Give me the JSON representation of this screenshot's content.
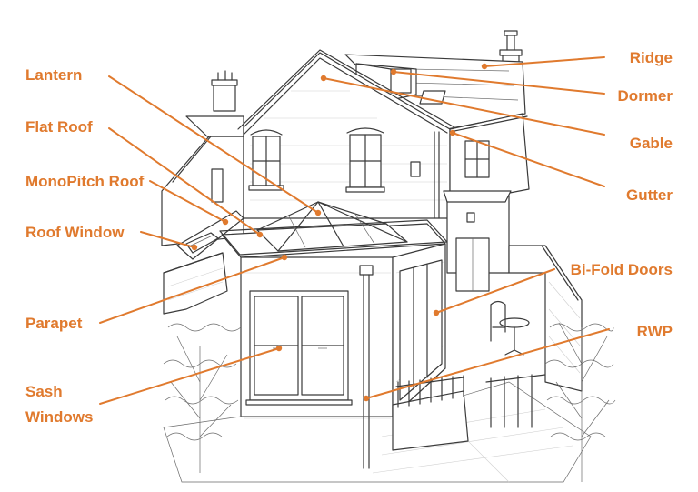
{
  "theme": {
    "accent": "#e07a2e",
    "ink": "#3a3a3a"
  },
  "labels": [
    {
      "id": "ridge",
      "text": "Ridge"
    },
    {
      "id": "dormer",
      "text": "Dormer"
    },
    {
      "id": "gable",
      "text": "Gable"
    },
    {
      "id": "gutter",
      "text": "Gutter"
    },
    {
      "id": "bifold",
      "text": "Bi-Fold Doors"
    },
    {
      "id": "rwp",
      "text": "RWP"
    },
    {
      "id": "lantern",
      "text": "Lantern"
    },
    {
      "id": "flatroof",
      "text": "Flat Roof"
    },
    {
      "id": "monopitch",
      "text": "MonoPitch Roof"
    },
    {
      "id": "roofwindow",
      "text": "Roof Window"
    },
    {
      "id": "parapet",
      "text": "Parapet"
    },
    {
      "id": "sash1",
      "text": "Sash"
    },
    {
      "id": "sash2",
      "text": "Windows"
    }
  ]
}
